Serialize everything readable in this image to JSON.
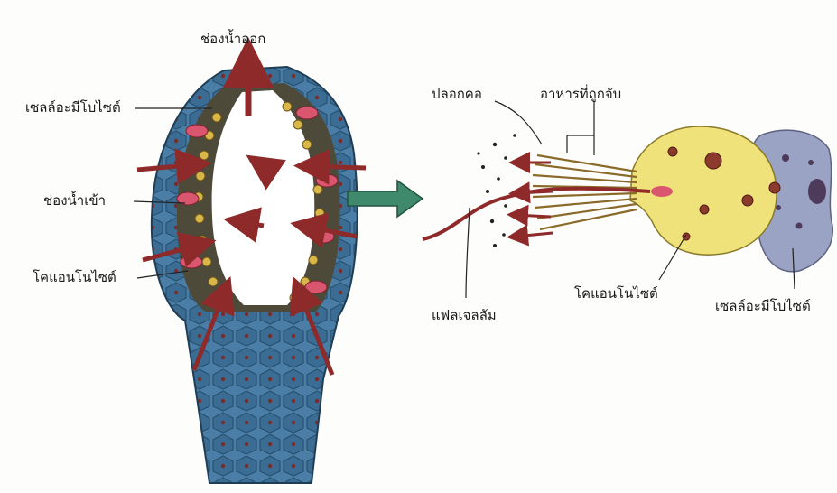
{
  "diagram": {
    "labels": {
      "water_out": "ช่องน้ำออก",
      "amoebocyte_left": "เซลล์อะมีโบไซต์",
      "water_in": "ช่องน้ำเข้า",
      "choanocyte_left": "โคแอนโนไซต์",
      "collar": "ปลอกคอ",
      "captured_food": "อาหารที่ถูกจับ",
      "flagellum": "แฟลเจลลัม",
      "choanocyte_right": "โคแอนโนไซต์",
      "amoebocyte_right": "เซลล์อะมีโบไซต์"
    },
    "colors": {
      "body_wall_blue": "#3d6f96",
      "arrow_red": "#8e2a2a",
      "choanocyte_yellow": "#efe27a",
      "amoebocyte_gray": "#9aa3c4",
      "magnify_arrow_green": "#3f8a6c"
    }
  }
}
